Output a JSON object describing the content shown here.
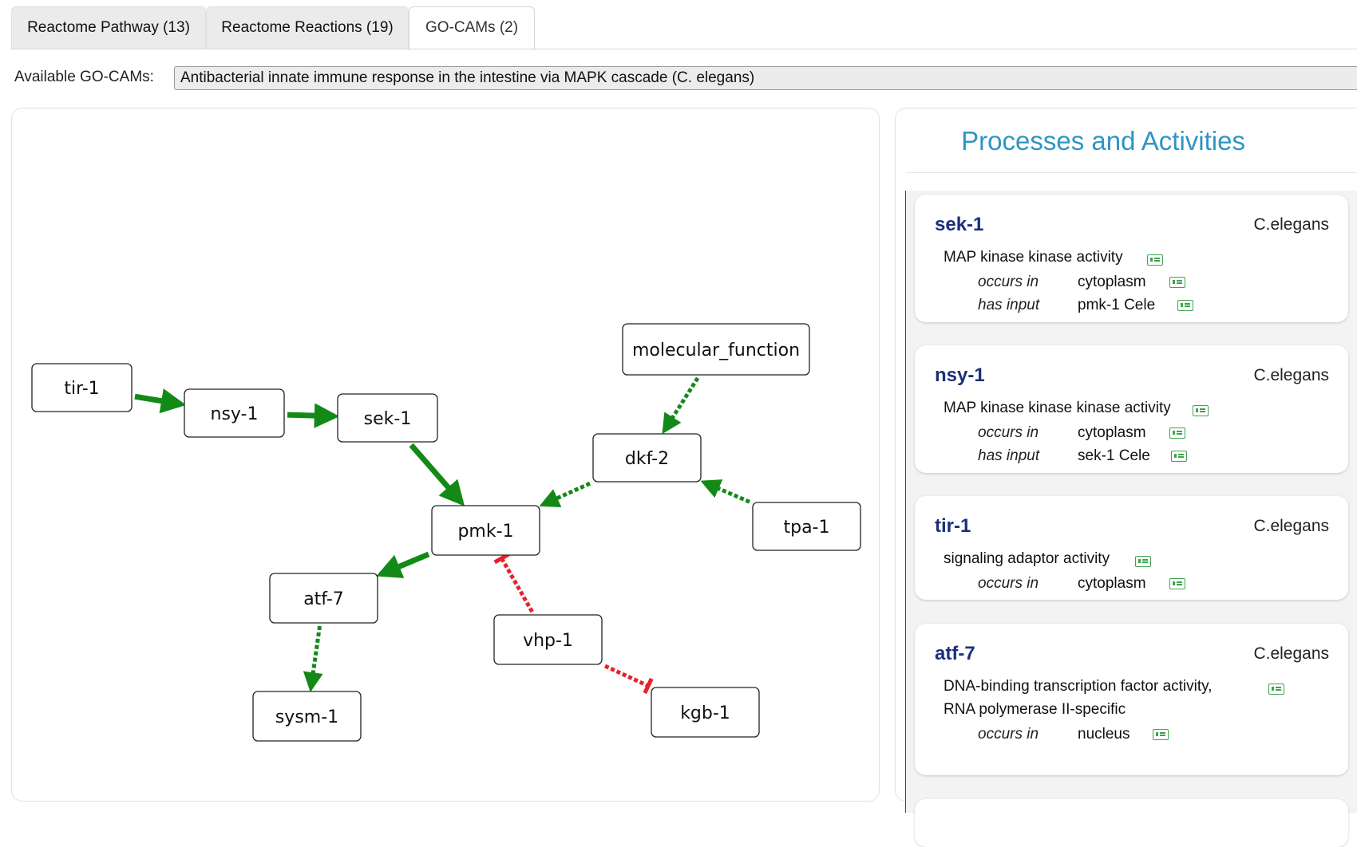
{
  "tabs": [
    {
      "label": "Reactome Pathway (13)",
      "active": false
    },
    {
      "label": "Reactome Reactions (19)",
      "active": false
    },
    {
      "label": "GO-CAMs (2)",
      "active": true
    }
  ],
  "gocam_select": {
    "label": "Available GO-CAMs:",
    "selected": "Antibacterial innate immune response in the intestine via MAPK cascade (C. elegans)"
  },
  "graph": {
    "nodes": [
      {
        "id": "tir-1",
        "label": "tir-1"
      },
      {
        "id": "nsy-1",
        "label": "nsy-1"
      },
      {
        "id": "sek-1",
        "label": "sek-1"
      },
      {
        "id": "molecular_function",
        "label": "molecular_function"
      },
      {
        "id": "dkf-2",
        "label": "dkf-2"
      },
      {
        "id": "tpa-1",
        "label": "tpa-1"
      },
      {
        "id": "pmk-1",
        "label": "pmk-1"
      },
      {
        "id": "atf-7",
        "label": "atf-7"
      },
      {
        "id": "vhp-1",
        "label": "vhp-1"
      },
      {
        "id": "sysm-1",
        "label": "sysm-1"
      },
      {
        "id": "kgb-1",
        "label": "kgb-1"
      }
    ],
    "edges": [
      {
        "from": "tir-1",
        "to": "nsy-1",
        "style": "solid",
        "color": "#138a17"
      },
      {
        "from": "nsy-1",
        "to": "sek-1",
        "style": "solid",
        "color": "#138a17"
      },
      {
        "from": "sek-1",
        "to": "pmk-1",
        "style": "solid",
        "color": "#138a17"
      },
      {
        "from": "molecular_function",
        "to": "dkf-2",
        "style": "dashed",
        "color": "#138a17"
      },
      {
        "from": "dkf-2",
        "to": "pmk-1",
        "style": "dashed",
        "color": "#138a17"
      },
      {
        "from": "tpa-1",
        "to": "dkf-2",
        "style": "dashed",
        "color": "#138a17"
      },
      {
        "from": "pmk-1",
        "to": "atf-7",
        "style": "solid",
        "color": "#138a17"
      },
      {
        "from": "atf-7",
        "to": "sysm-1",
        "style": "dashed",
        "color": "#138a17"
      },
      {
        "from": "vhp-1",
        "to": "pmk-1",
        "style": "dashed-inhibit",
        "color": "#e8202a"
      },
      {
        "from": "vhp-1",
        "to": "kgb-1",
        "style": "dashed-inhibit",
        "color": "#e8202a"
      }
    ]
  },
  "activities": {
    "title": "Processes and Activities",
    "cards": [
      {
        "gene": "sek-1",
        "species": "C.elegans",
        "function": "MAP kinase kinase activity",
        "relations": [
          {
            "rel": "occurs in",
            "value": "cytoplasm"
          },
          {
            "rel": "has input",
            "value": "pmk-1 Cele"
          }
        ]
      },
      {
        "gene": "nsy-1",
        "species": "C.elegans",
        "function": "MAP kinase kinase kinase activity",
        "relations": [
          {
            "rel": "occurs in",
            "value": "cytoplasm"
          },
          {
            "rel": "has input",
            "value": "sek-1 Cele"
          }
        ]
      },
      {
        "gene": "tir-1",
        "species": "C.elegans",
        "function": "signaling adaptor activity",
        "relations": [
          {
            "rel": "occurs in",
            "value": "cytoplasm"
          }
        ]
      },
      {
        "gene": "atf-7",
        "species": "C.elegans",
        "function_line1": "DNA-binding transcription factor activity,",
        "function_line2": "RNA polymerase II-specific",
        "relations": [
          {
            "rel": "occurs in",
            "value": "nucleus"
          }
        ]
      }
    ]
  },
  "icons": {
    "evidence": "evidence-card-icon"
  }
}
